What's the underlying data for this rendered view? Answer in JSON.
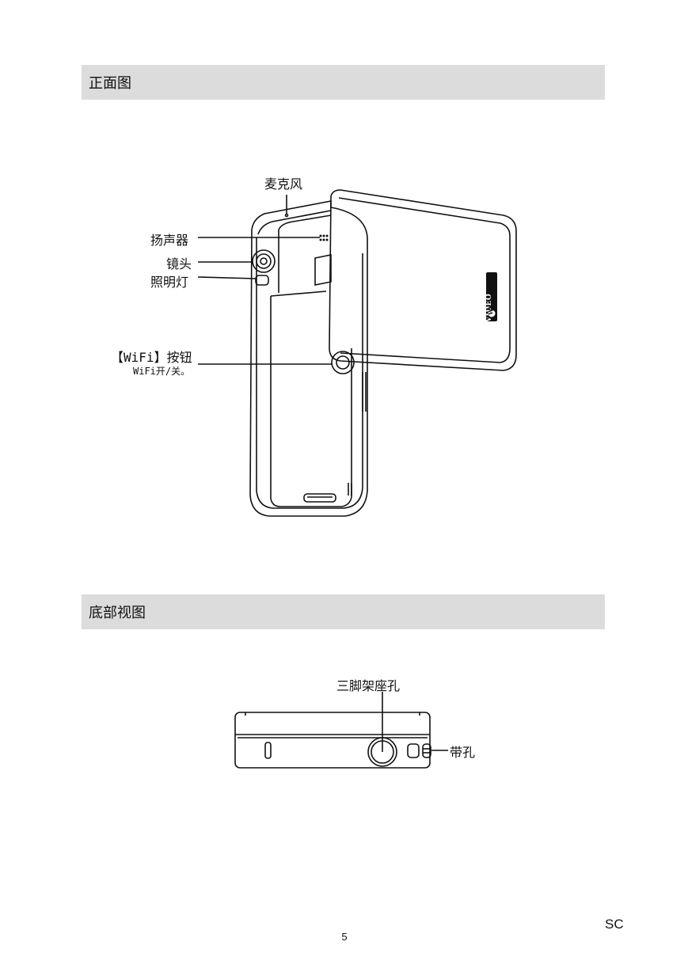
{
  "sections": {
    "front_title": "正面图",
    "bottom_title": "底部视图"
  },
  "front_labels": {
    "microphone": "麦克风",
    "speaker": "扬声器",
    "lens": "镜头",
    "light": "照明灯",
    "wifi_button_bracket_open": "【",
    "wifi_button_name": "WiFi",
    "wifi_button_bracket_close": "】",
    "wifi_button_suffix": "按钮",
    "wifi_desc": "WiFi开/关。"
  },
  "screen_logo": {
    "wi": "Wi",
    "video": "VIDEO"
  },
  "bottom_labels": {
    "tripod": "三脚架座孔",
    "strap": "带孔"
  },
  "footer": {
    "page_number": "5",
    "language": "SC"
  }
}
